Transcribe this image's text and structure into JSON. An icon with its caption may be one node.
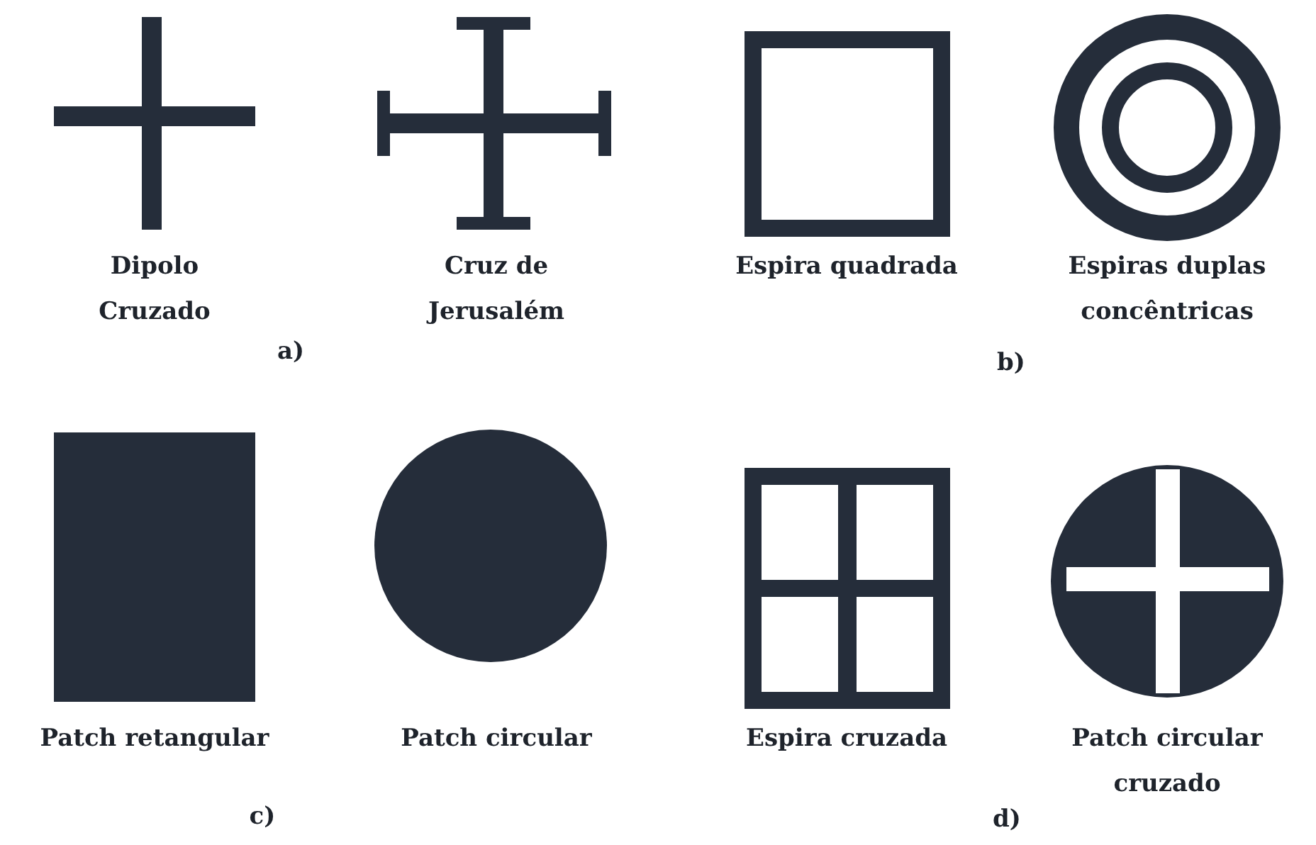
{
  "diagram": {
    "labels": [
      "Dipolo Cruzado",
      "Cruz de Jerusalém",
      "Espira quadrada",
      "Espiras duplas concêntricas",
      "a)",
      "b)",
      "Patch retangular",
      "Patch circular",
      "Espira cruzada",
      "Patch circular cruzado",
      "c)",
      "d)"
    ]
  }
}
